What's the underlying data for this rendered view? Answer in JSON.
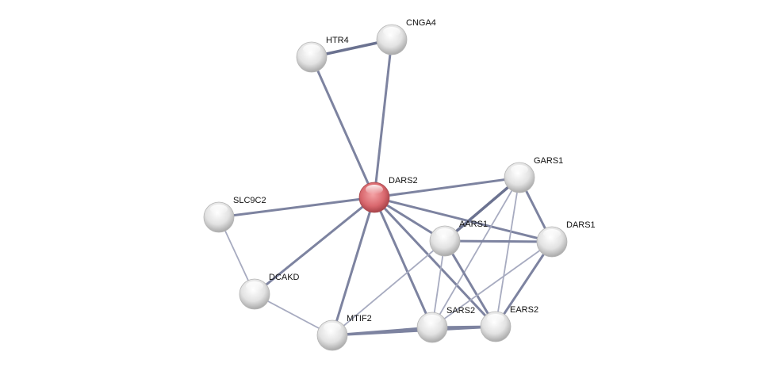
{
  "network": {
    "nodes": [
      {
        "id": "HTR4",
        "label": "HTR4",
        "query": false
      },
      {
        "id": "CNGA4",
        "label": "CNGA4",
        "query": false
      },
      {
        "id": "DARS2",
        "label": "DARS2",
        "query": true
      },
      {
        "id": "GARS1",
        "label": "GARS1",
        "query": false
      },
      {
        "id": "SLC9C2",
        "label": "SLC9C2",
        "query": false
      },
      {
        "id": "AARS1",
        "label": "AARS1",
        "query": false
      },
      {
        "id": "DARS1",
        "label": "DARS1",
        "query": false
      },
      {
        "id": "DCAKD",
        "label": "DCAKD",
        "query": false
      },
      {
        "id": "MTIF2",
        "label": "MTIF2",
        "query": false
      },
      {
        "id": "SARS2",
        "label": "SARS2",
        "query": false
      },
      {
        "id": "EARS2",
        "label": "EARS2",
        "query": false
      }
    ],
    "edges": [
      {
        "a": "HTR4",
        "b": "CNGA4",
        "strength": "high"
      },
      {
        "a": "HTR4",
        "b": "DARS2",
        "strength": "medium"
      },
      {
        "a": "CNGA4",
        "b": "DARS2",
        "strength": "medium"
      },
      {
        "a": "DARS2",
        "b": "SLC9C2",
        "strength": "medium"
      },
      {
        "a": "DARS2",
        "b": "GARS1",
        "strength": "medium"
      },
      {
        "a": "DARS2",
        "b": "AARS1",
        "strength": "medium"
      },
      {
        "a": "DARS2",
        "b": "DARS1",
        "strength": "medium"
      },
      {
        "a": "DARS2",
        "b": "DCAKD",
        "strength": "medium"
      },
      {
        "a": "DARS2",
        "b": "MTIF2",
        "strength": "medium"
      },
      {
        "a": "DARS2",
        "b": "SARS2",
        "strength": "medium"
      },
      {
        "a": "DARS2",
        "b": "EARS2",
        "strength": "medium"
      },
      {
        "a": "SLC9C2",
        "b": "DCAKD",
        "strength": "low"
      },
      {
        "a": "DCAKD",
        "b": "MTIF2",
        "strength": "low"
      },
      {
        "a": "MTIF2",
        "b": "AARS1",
        "strength": "low"
      },
      {
        "a": "MTIF2",
        "b": "SARS2",
        "strength": "medium"
      },
      {
        "a": "MTIF2",
        "b": "EARS2",
        "strength": "medium"
      },
      {
        "a": "GARS1",
        "b": "AARS1",
        "strength": "high"
      },
      {
        "a": "GARS1",
        "b": "DARS1",
        "strength": "medium"
      },
      {
        "a": "GARS1",
        "b": "SARS2",
        "strength": "low"
      },
      {
        "a": "GARS1",
        "b": "EARS2",
        "strength": "low"
      },
      {
        "a": "AARS1",
        "b": "DARS1",
        "strength": "medium"
      },
      {
        "a": "AARS1",
        "b": "SARS2",
        "strength": "low"
      },
      {
        "a": "AARS1",
        "b": "EARS2",
        "strength": "medium"
      },
      {
        "a": "DARS1",
        "b": "SARS2",
        "strength": "low"
      },
      {
        "a": "DARS1",
        "b": "EARS2",
        "strength": "medium"
      },
      {
        "a": "SARS2",
        "b": "EARS2",
        "strength": "medium"
      }
    ],
    "colors": {
      "query_node": "#d9686e",
      "node": "#e4e4e4",
      "edge_high": "#6b7290",
      "edge_medium": "#7d83a0",
      "edge_low": "#a7abc0"
    }
  }
}
